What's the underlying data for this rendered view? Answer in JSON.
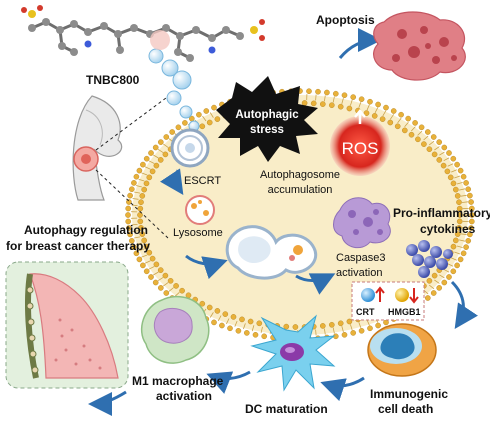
{
  "labels": {
    "tnbc800": "TNBC800",
    "apoptosis": "Apoptosis",
    "autophagic_stress_line1": "Autophagic",
    "autophagic_stress_line2": "stress",
    "ros": "ROS",
    "escrt": "ESCRT",
    "autophagosome_line1": "Autophagosome",
    "autophagosome_line2": "accumulation",
    "lysosome": "Lysosome",
    "caspase_line1": "Caspase3",
    "caspase_line2": "activation",
    "autophagy_line1": "Autophagy  regulation",
    "autophagy_line2": "for breast cancer therapy",
    "proinflam_line1": "Pro-inflammatory",
    "proinflam_line2": "cytokines",
    "crt": "CRT",
    "hmgb1": "HMGB1",
    "icd_line1": "Immunogenic",
    "icd_line2": "cell death",
    "dc_maturation": "DC maturation",
    "m1_line1": "M1 macrophage",
    "m1_line2": "activation"
  },
  "colors": {
    "arrow_blue": "#2f6fb0",
    "cell_fill": "#f9edc8",
    "membrane_head": "#e8b13a",
    "ros_red": "#d7261e",
    "apoptosis_pink": "#d9707a",
    "inset_green": "#e3f0de"
  }
}
